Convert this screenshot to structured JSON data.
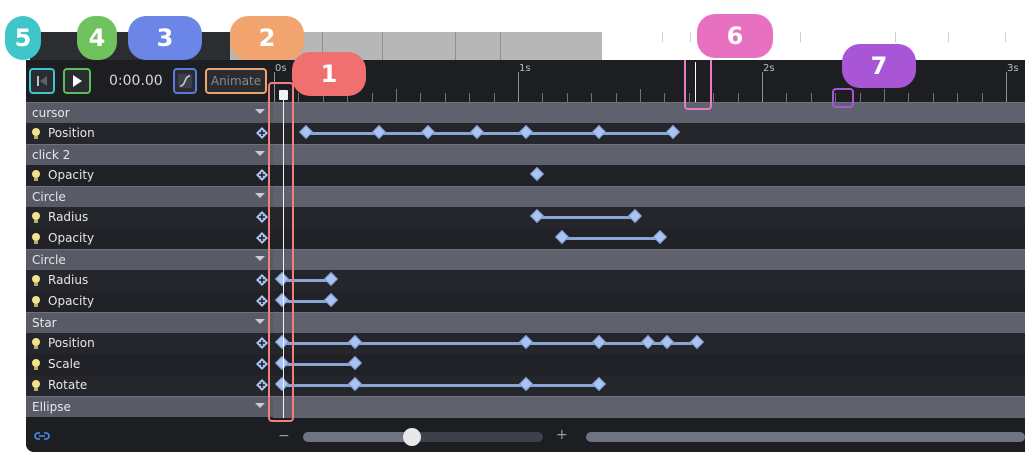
{
  "toolbar": {
    "time": "0:00.00",
    "animate_label": "Animate"
  },
  "ruler": {
    "labels": [
      "0s",
      "1s",
      "2s",
      "3s"
    ]
  },
  "groups": [
    {
      "name": "cursor"
    },
    {
      "name": "click 2"
    },
    {
      "name": "Circle"
    },
    {
      "name": "Circle"
    },
    {
      "name": "Star"
    },
    {
      "name": "Ellipse"
    }
  ],
  "properties": [
    {
      "label": "Position"
    },
    {
      "label": "Opacity"
    },
    {
      "label": "Radius"
    },
    {
      "label": "Opacity"
    },
    {
      "label": "Radius"
    },
    {
      "label": "Opacity"
    },
    {
      "label": "Position"
    },
    {
      "label": "Scale"
    },
    {
      "label": "Rotate"
    }
  ],
  "playhead": {
    "time_s": 0.0
  },
  "zoom": {
    "level": 0.45
  },
  "colors": {
    "callout_1": "#f07070",
    "callout_2": "#f2a46e",
    "callout_3": "#6c86e8",
    "callout_4": "#6fc25e",
    "callout_5": "#3ec6c8",
    "callout_6": "#e870c0",
    "callout_7": "#a855d6",
    "keyframe": "#a9c4f1",
    "panel": "#1c1e22"
  },
  "callouts": [
    "1",
    "2",
    "3",
    "4",
    "5",
    "6",
    "7"
  ]
}
